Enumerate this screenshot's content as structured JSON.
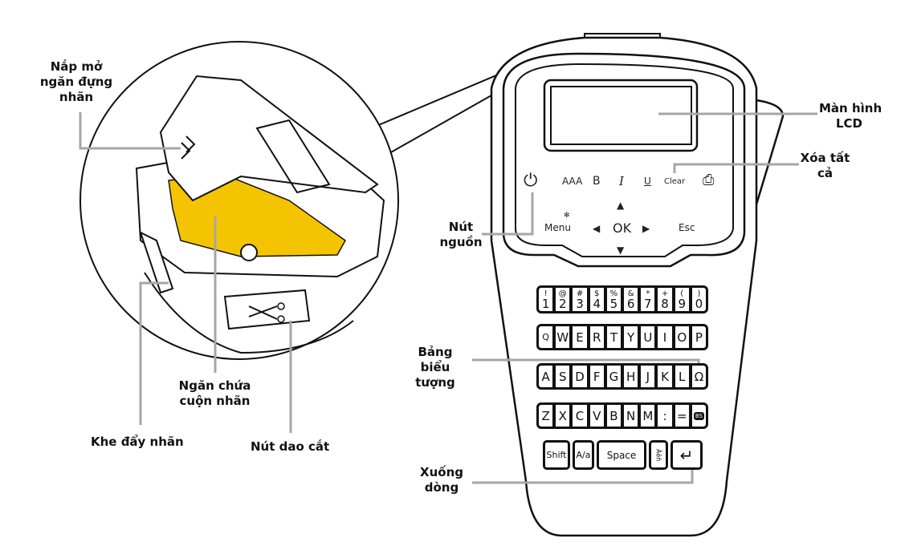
{
  "labels": {
    "lid": [
      "Nắp mở",
      "ngăn đựng",
      "nhãn"
    ],
    "compartment": [
      "Ngăn chứa",
      "cuộn nhãn"
    ],
    "slot": "Khe đẩy nhãn",
    "cutter": "Nút dao cắt",
    "lcd": [
      "Màn hình",
      "LCD"
    ],
    "clear_all": [
      "Xóa tất",
      "cả"
    ],
    "power": [
      "Nút",
      "nguồn"
    ],
    "symbols": [
      "Bảng",
      "biểu",
      "tượng"
    ],
    "newline": [
      "Xuống",
      "dòng"
    ]
  },
  "controls": {
    "size": "AAA",
    "bold": "B",
    "italic": "I",
    "underline": "U",
    "clear": "Clear",
    "menu": "Menu",
    "ok": "OK",
    "esc": "Esc"
  },
  "keys": {
    "row1": [
      [
        "!",
        "1"
      ],
      [
        "@",
        "2"
      ],
      [
        "#",
        "3"
      ],
      [
        "$",
        "4"
      ],
      [
        "%",
        "5"
      ],
      [
        "&",
        "6"
      ],
      [
        "*",
        "7"
      ],
      [
        "+",
        "8"
      ],
      [
        "(",
        "9"
      ],
      [
        ")",
        "0"
      ]
    ],
    "row2": [
      "Q",
      "W",
      "E",
      "R",
      "T",
      "Y",
      "U",
      "I",
      "O",
      "P"
    ],
    "row3": [
      "A",
      "S",
      "D",
      "F",
      "G",
      "H",
      "J",
      "K",
      "L",
      "Ω"
    ],
    "row4": [
      "Z",
      "X",
      "C",
      "V",
      "B",
      "N",
      "M",
      ":",
      "=",
      "BS"
    ],
    "bottom": {
      "shift": "Shift",
      "case": "A/a",
      "space": "Space",
      "accent": "Àêñ"
    }
  },
  "colors": {
    "accent_yellow": "#f5c400",
    "leader": "#a6a6a6"
  }
}
